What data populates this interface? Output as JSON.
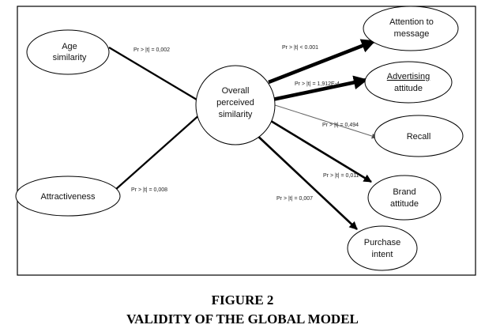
{
  "nodes": {
    "age": [
      "Age",
      "similarity"
    ],
    "attractiveness": [
      "Attractiveness"
    ],
    "overall": [
      "Overall",
      "perceived",
      "similarity"
    ],
    "attention": [
      "Attention to",
      "message"
    ],
    "advertising": [
      "Advertising",
      "attitude"
    ],
    "recall": [
      "Recall"
    ],
    "brand": [
      "Brand",
      "attitude"
    ],
    "purchase": [
      "Purchase",
      "intent"
    ]
  },
  "edges": {
    "age": "Pr > |t| = 0,002",
    "attractiveness": "Pr > |t| = 0,008",
    "attention": "Pr > |t| < 0.001",
    "advertising": "Pr > |t| = 1,912E-4",
    "recall": "Pr > |t| = 0,494",
    "brand": "Pr > |t| = 0,011",
    "purchase": "Pr > |t| = 0,007"
  },
  "caption": {
    "line1": "FIGURE 2",
    "line2": "VALIDITY OF THE GLOBAL MODEL"
  }
}
